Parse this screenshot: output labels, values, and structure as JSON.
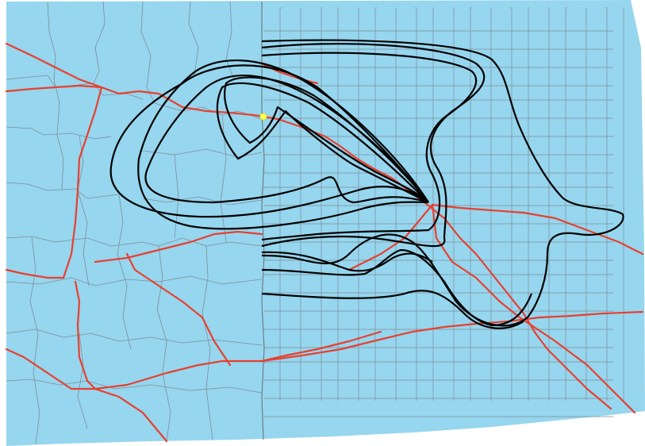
{
  "map": {
    "colors": {
      "land": "#96d6ee",
      "outside": "#ffffff",
      "county_border": "#7f8e99",
      "state_border": "#6a7780",
      "highway": "#e8402f",
      "contour": "#000000",
      "source_point": "#ffff66"
    },
    "features": {
      "county_boundaries": "county-grid",
      "state_boundary": "state-line",
      "highways": "interstate-routes",
      "contours": "forecast-contour-lines",
      "source_point": "release-site-marker"
    }
  }
}
